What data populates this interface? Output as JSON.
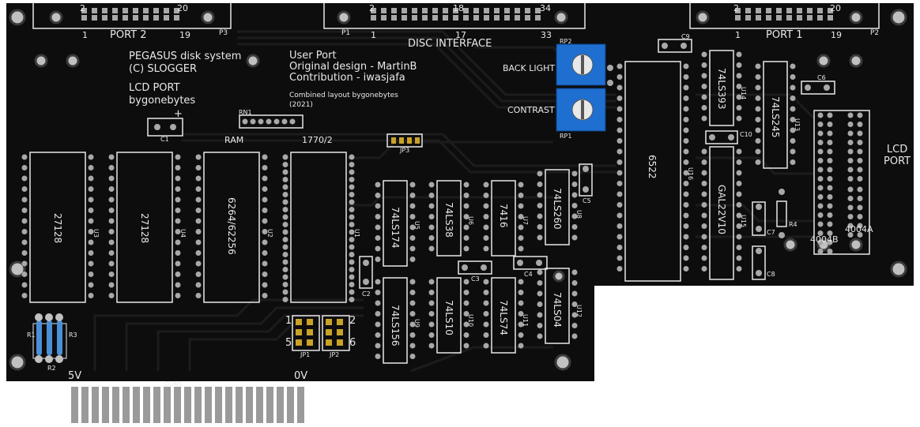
{
  "board": {
    "title_block": {
      "line1": "PEGASUS disk system",
      "line2": "(C) SLOGGER",
      "line3": "LCD PORT",
      "line4": "bygonebytes"
    },
    "credits": {
      "line1": "User Port",
      "line2": "Original design - MartinB",
      "line3": "Contribution - iwasjafa",
      "line4": "Combined layout bygonebytes",
      "line5": "(2021)"
    },
    "disc_interface": "DISC INTERFACE",
    "lcd_port": {
      "line1": "LCD",
      "line2": "PORT"
    },
    "back_light": "BACK LIGHT",
    "contrast": "CONTRAST",
    "ram_label": "RAM",
    "fdc_label": "1770/2",
    "edge_5v": "5V",
    "edge_0v": "0V",
    "con1": "CON1"
  },
  "headers": {
    "port2": {
      "name": "PORT 2",
      "ref": "P3",
      "pin_top_l": "2",
      "pin_top_r": "20",
      "pin_bot_l": "1",
      "pin_bot_r": "19"
    },
    "p1": {
      "name": "P1",
      "pin_top_l": "2",
      "pin_top_m": "18",
      "pin_top_r": "34",
      "pin_bot_l": "1",
      "pin_bot_m": "17",
      "pin_bot_r": "33"
    },
    "port1": {
      "name": "PORT 1",
      "ref": "P2",
      "pin_top_l": "2",
      "pin_top_r": "20",
      "pin_bot_l": "1",
      "pin_bot_r": "19"
    }
  },
  "chips": {
    "u3": {
      "part": "27128",
      "ref": "U3"
    },
    "u4": {
      "part": "27128",
      "ref": "U4"
    },
    "u2": {
      "part": "6264/62256",
      "ref": "U2"
    },
    "u1": {
      "part": "",
      "ref": "U1"
    },
    "u5": {
      "part": "74LS174",
      "ref": "U5"
    },
    "u6": {
      "part": "74LS38",
      "ref": "U6"
    },
    "u7": {
      "part": "7416",
      "ref": "U7"
    },
    "u8": {
      "part": "74LS260",
      "ref": "U8"
    },
    "u9": {
      "part": "74LS156",
      "ref": "U9"
    },
    "u10": {
      "part": "74LS10",
      "ref": "U10"
    },
    "u11": {
      "part": "74LS74",
      "ref": "U11"
    },
    "u12": {
      "part": "74LS04",
      "ref": "U12"
    },
    "u16": {
      "part": "6522",
      "ref": "U16"
    },
    "u14": {
      "part": "74LS393",
      "ref": "U14"
    },
    "u13": {
      "part": "74LS245",
      "ref": "U13"
    },
    "u15": {
      "part": "GAL22V10",
      "ref": "U15"
    }
  },
  "passives": {
    "c1": "C1",
    "c2": "C2",
    "c3": "C3",
    "c4": "C4",
    "c5": "C5",
    "c6": "C6",
    "c7": "C7",
    "c8": "C8",
    "c9": "C9",
    "c10": "C10",
    "r1": "R1",
    "r2": "R2",
    "r3": "R3",
    "r4": "R4",
    "rn1": "RN1",
    "rp1": "RP1",
    "rp2": "RP2",
    "jp1": "JP1",
    "jp2": "JP2",
    "jp3": "JP3",
    "jp_num_1": "1",
    "jp_num_2": "2",
    "jp_num_5": "5",
    "jp_num_6": "6",
    "plus": "+"
  },
  "lcd_option": {
    "a": "4004A",
    "b": "4004B"
  },
  "colors": {
    "board": "#0d0d0d",
    "silkscreen": "#e8e8e8",
    "trace": "#1c1c1c",
    "pad": "#a8a8a8",
    "gold": "#c9a227",
    "trimmer": "#1f6fd0"
  }
}
